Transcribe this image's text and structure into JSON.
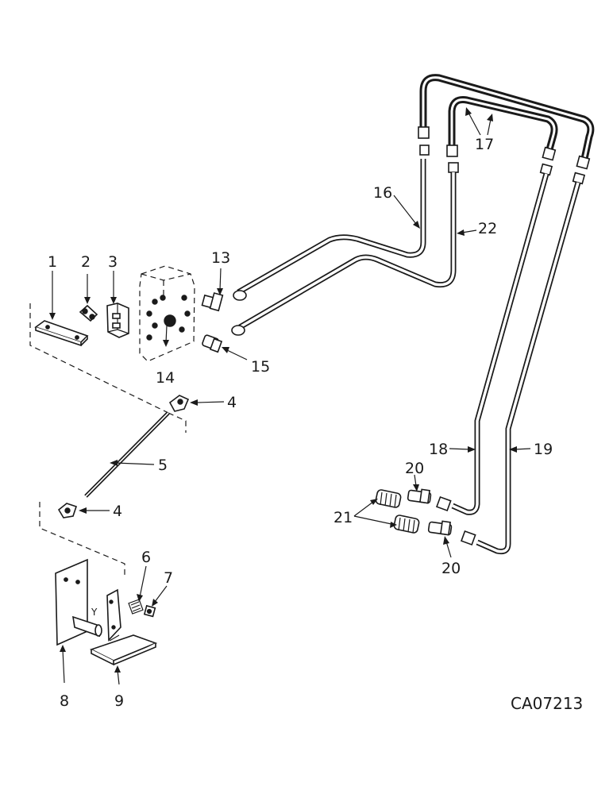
{
  "diagram": {
    "drawing_code": "CA07213",
    "callouts": [
      {
        "id": "c1",
        "text": "1"
      },
      {
        "id": "c2",
        "text": "2"
      },
      {
        "id": "c3",
        "text": "3"
      },
      {
        "id": "c4a",
        "text": "4"
      },
      {
        "id": "c4b",
        "text": "4"
      },
      {
        "id": "c5",
        "text": "5"
      },
      {
        "id": "c6",
        "text": "6"
      },
      {
        "id": "c7",
        "text": "7"
      },
      {
        "id": "c8",
        "text": "8"
      },
      {
        "id": "c9",
        "text": "9"
      },
      {
        "id": "c13",
        "text": "13"
      },
      {
        "id": "c14",
        "text": "14"
      },
      {
        "id": "c15",
        "text": "15"
      },
      {
        "id": "c16",
        "text": "16"
      },
      {
        "id": "c17",
        "text": "17"
      },
      {
        "id": "c18",
        "text": "18"
      },
      {
        "id": "c19",
        "text": "19"
      },
      {
        "id": "c20a",
        "text": "20"
      },
      {
        "id": "c20b",
        "text": "20"
      },
      {
        "id": "c21",
        "text": "21"
      },
      {
        "id": "c22",
        "text": "22"
      }
    ]
  }
}
